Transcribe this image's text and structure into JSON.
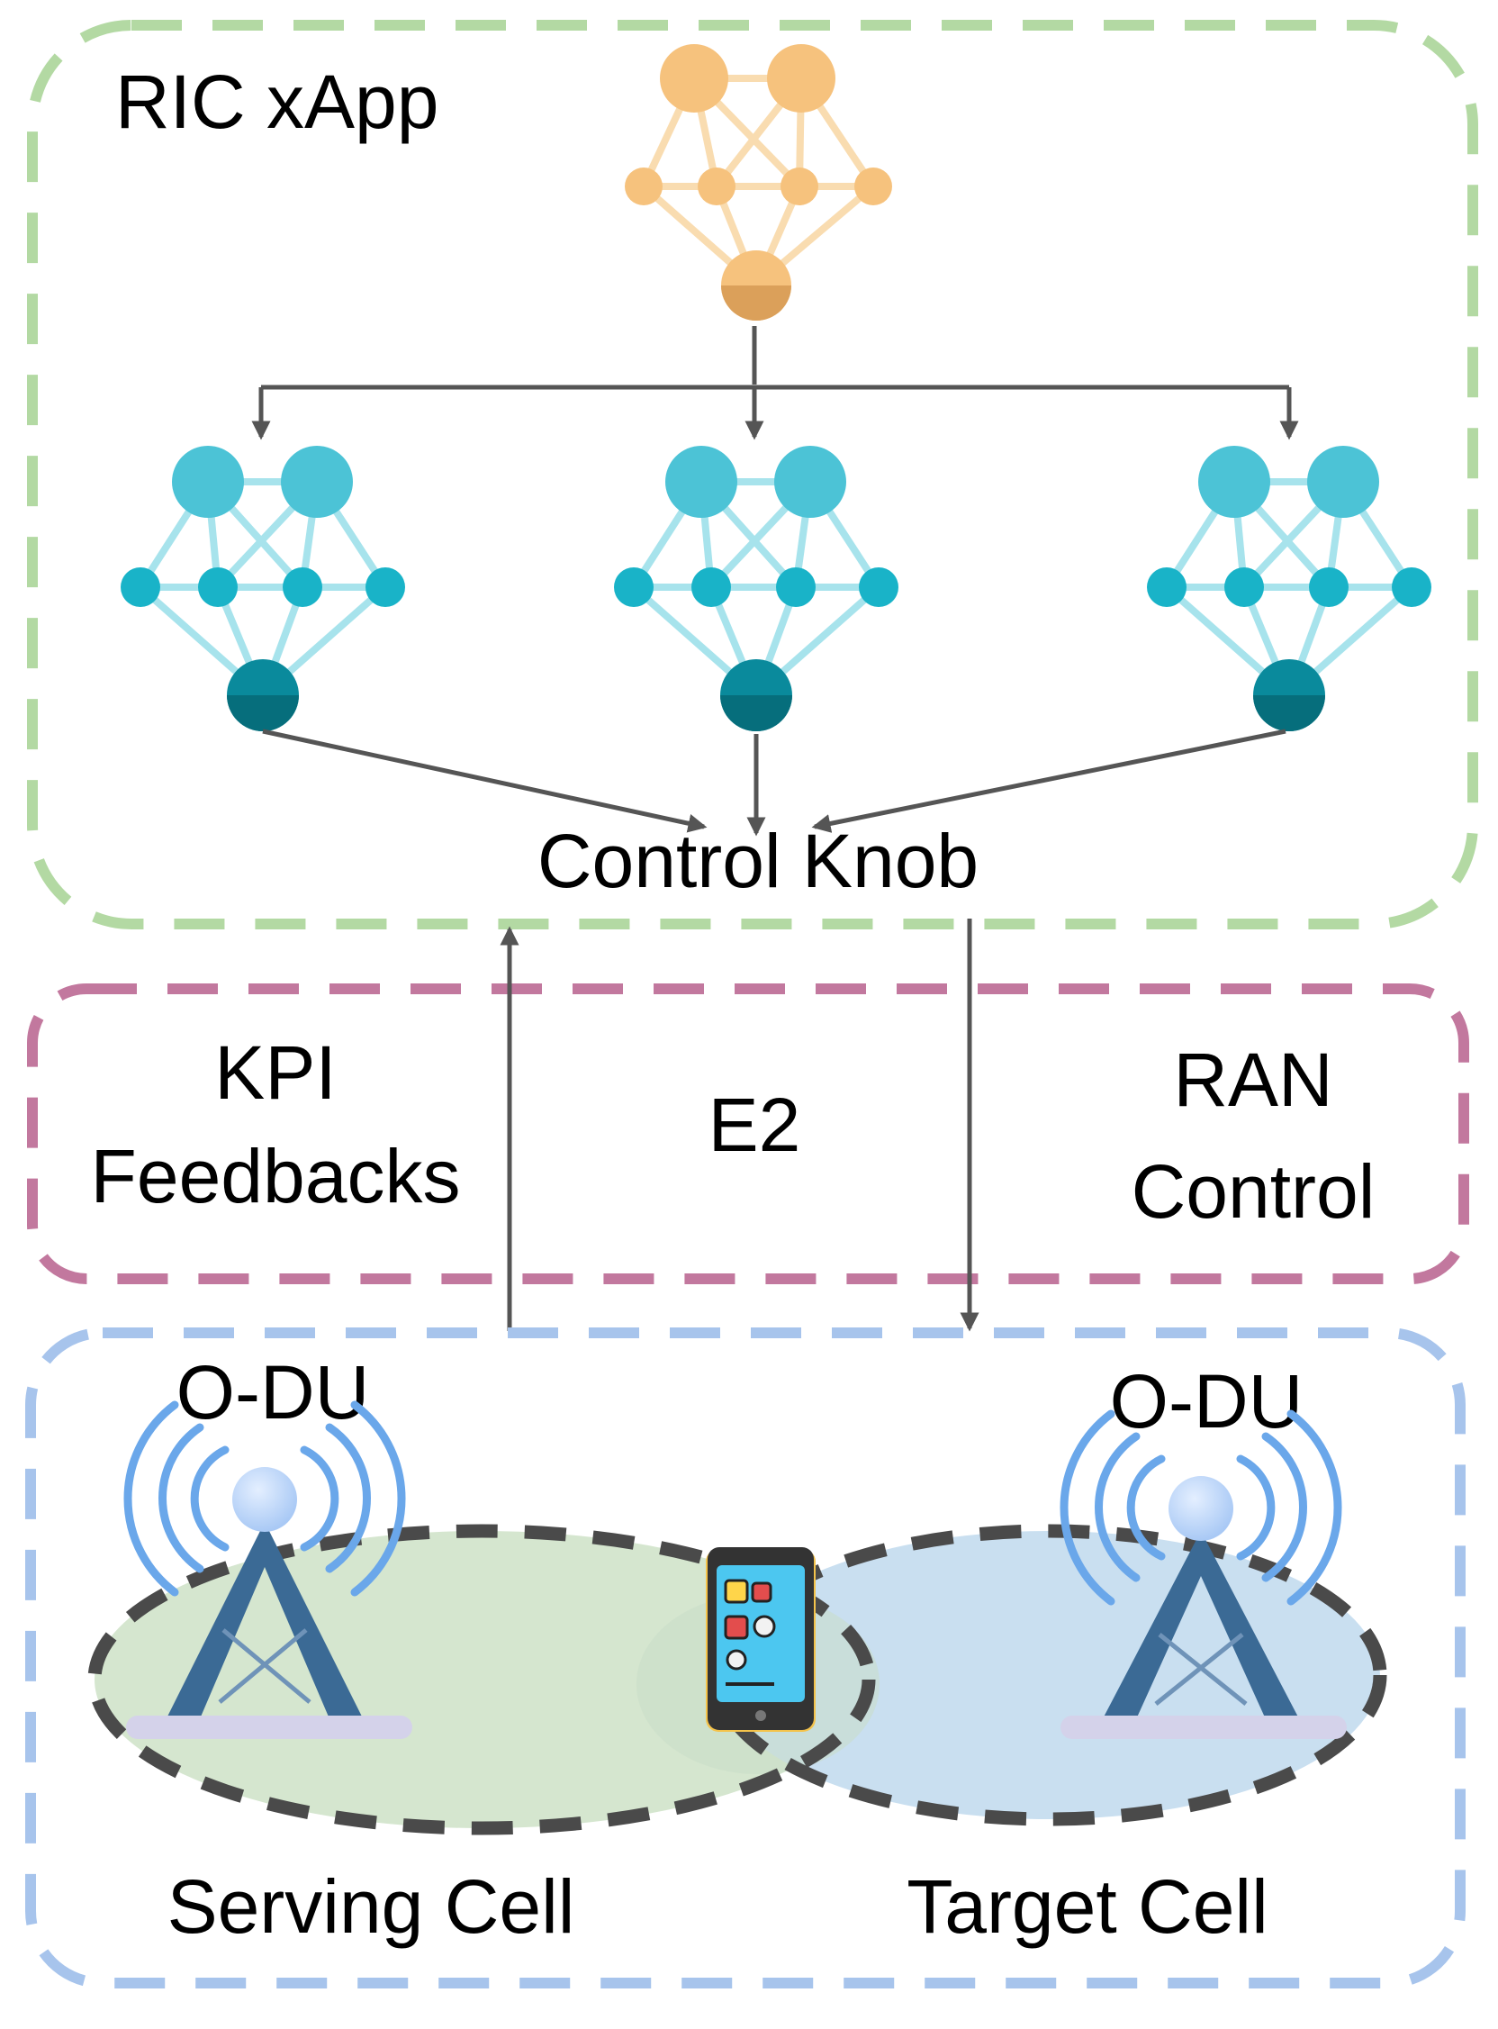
{
  "colors": {
    "ric_border": "#b3d9a3",
    "e2_border": "#c2789e",
    "du_border": "#a7c4ec",
    "arrow": "#555555",
    "nn_top": "#f6c27d",
    "nn_teal": "#4cc3d6",
    "nn_teal_dark": "#0a8a9c",
    "cell_serving": "#d5e6cf",
    "cell_target": "#c9dff0",
    "tower": "#3b6a95",
    "radio_waves": "#6aa7ea"
  },
  "labels": {
    "ric_title": "RIC xApp",
    "control_knob": "Control Knob",
    "kpi_line1": "KPI",
    "kpi_line2": "Feedbacks",
    "e2": "E2",
    "ran_line1": "RAN",
    "ran_line2": "Control",
    "odu_left": "O-DU",
    "odu_right": "O-DU",
    "serving_cell": "Serving Cell",
    "target_cell": "Target Cell"
  },
  "icons": {
    "meta_network": "neural-network-icon",
    "sub_networks": [
      "neural-network-icon",
      "neural-network-icon",
      "neural-network-icon"
    ],
    "towers": [
      "cell-tower-icon",
      "cell-tower-icon"
    ],
    "device": "smartphone-icon"
  }
}
